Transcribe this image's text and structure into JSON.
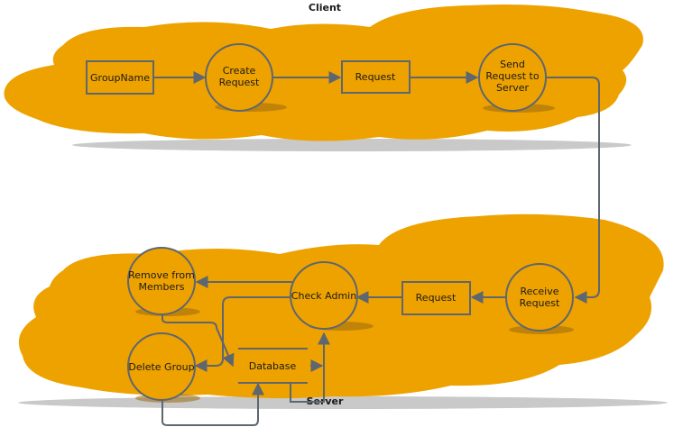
{
  "diagram": {
    "client_title": "Client",
    "server_title": "Server",
    "nodes": {
      "group_name": "GroupName",
      "create_request": [
        "Create",
        "Request"
      ],
      "client_request": "Request",
      "send_request": [
        "Send",
        "Request to",
        "Server"
      ],
      "receive_request": [
        "Receive",
        "Request"
      ],
      "server_request": "Request",
      "check_admin": "Check Admin",
      "remove_members": [
        "Remove from",
        "Members"
      ],
      "delete_group": "Delete Group",
      "database": "Database"
    }
  },
  "colors": {
    "cloud": "#eea200",
    "stroke": "#5e6670",
    "shadow": "#c9c9c9"
  }
}
